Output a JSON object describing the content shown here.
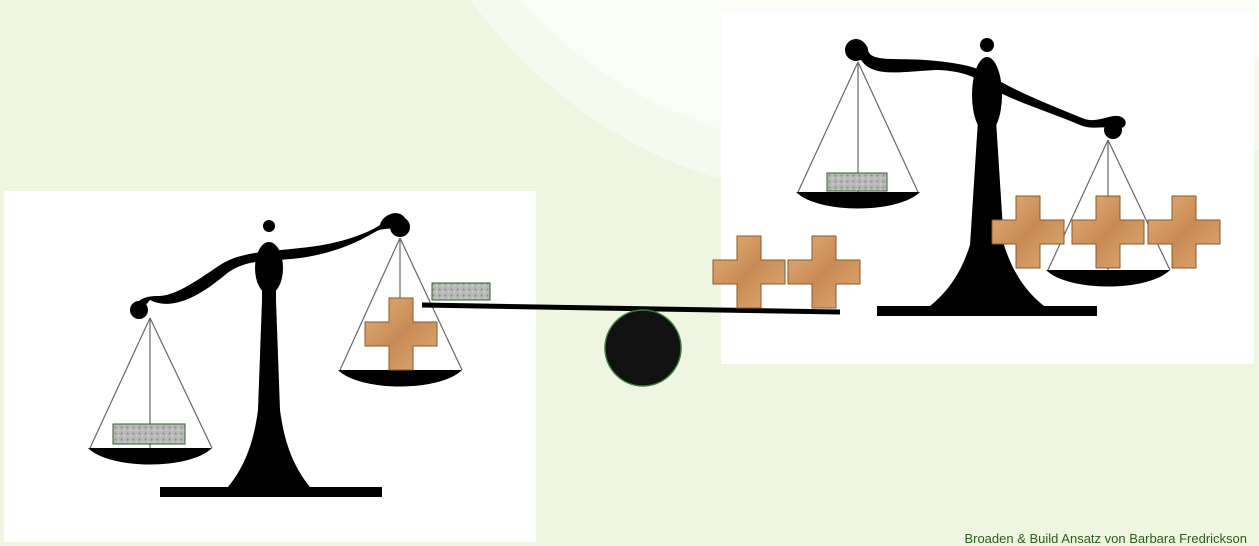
{
  "caption": "Broaden & Build Ansatz von Barbara Fredrickson",
  "colors": {
    "background": "#eef5e0",
    "scale": "#000000",
    "plus_wood": "#d49a62",
    "stone": "#b0b0b0",
    "fulcrum": "#111111",
    "caption": "#2b5e1a"
  },
  "icons": [
    "balance-scale-icon",
    "plus-icon",
    "stone-block-icon",
    "seesaw-icon"
  ],
  "scenes": {
    "left_scale": {
      "left_pan": [
        "stone-block"
      ],
      "right_pan": [
        "plus"
      ],
      "tilt": "left-down"
    },
    "seesaw": {
      "left_end": [
        "stone-block"
      ],
      "right_end": [
        "plus",
        "plus"
      ]
    },
    "right_scale": {
      "left_pan": [
        "stone-block"
      ],
      "right_pan": [
        "plus",
        "plus",
        "plus"
      ],
      "tilt": "right-down"
    }
  }
}
